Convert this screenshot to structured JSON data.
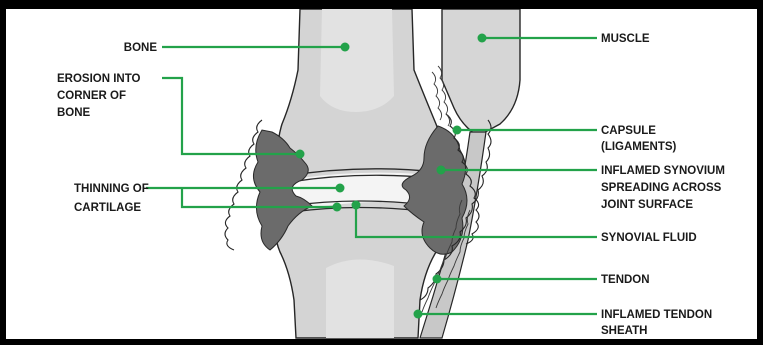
{
  "labels": {
    "bone": [
      "BONE"
    ],
    "erosion": [
      "EROSION INTO",
      "CORNER OF",
      "BONE"
    ],
    "cartilage": [
      "THINNING OF",
      "CARTILAGE"
    ],
    "muscle": [
      "MUSCLE"
    ],
    "capsule": [
      "CAPSULE",
      "(LIGAMENTS)"
    ],
    "synovium": [
      "INFLAMED SYNOVIUM",
      "SPREADING ACROSS",
      "JOINT SURFACE"
    ],
    "fluid": [
      "SYNOVIAL FLUID"
    ],
    "tendon": [
      "TENDON"
    ],
    "sheath": [
      "INFLAMED TENDON",
      "SHEATH"
    ]
  },
  "colors": {
    "leader": "#23a24a",
    "bone": "#d4d4d4",
    "synovium": "#6b6b6b",
    "frame": "#000000"
  }
}
